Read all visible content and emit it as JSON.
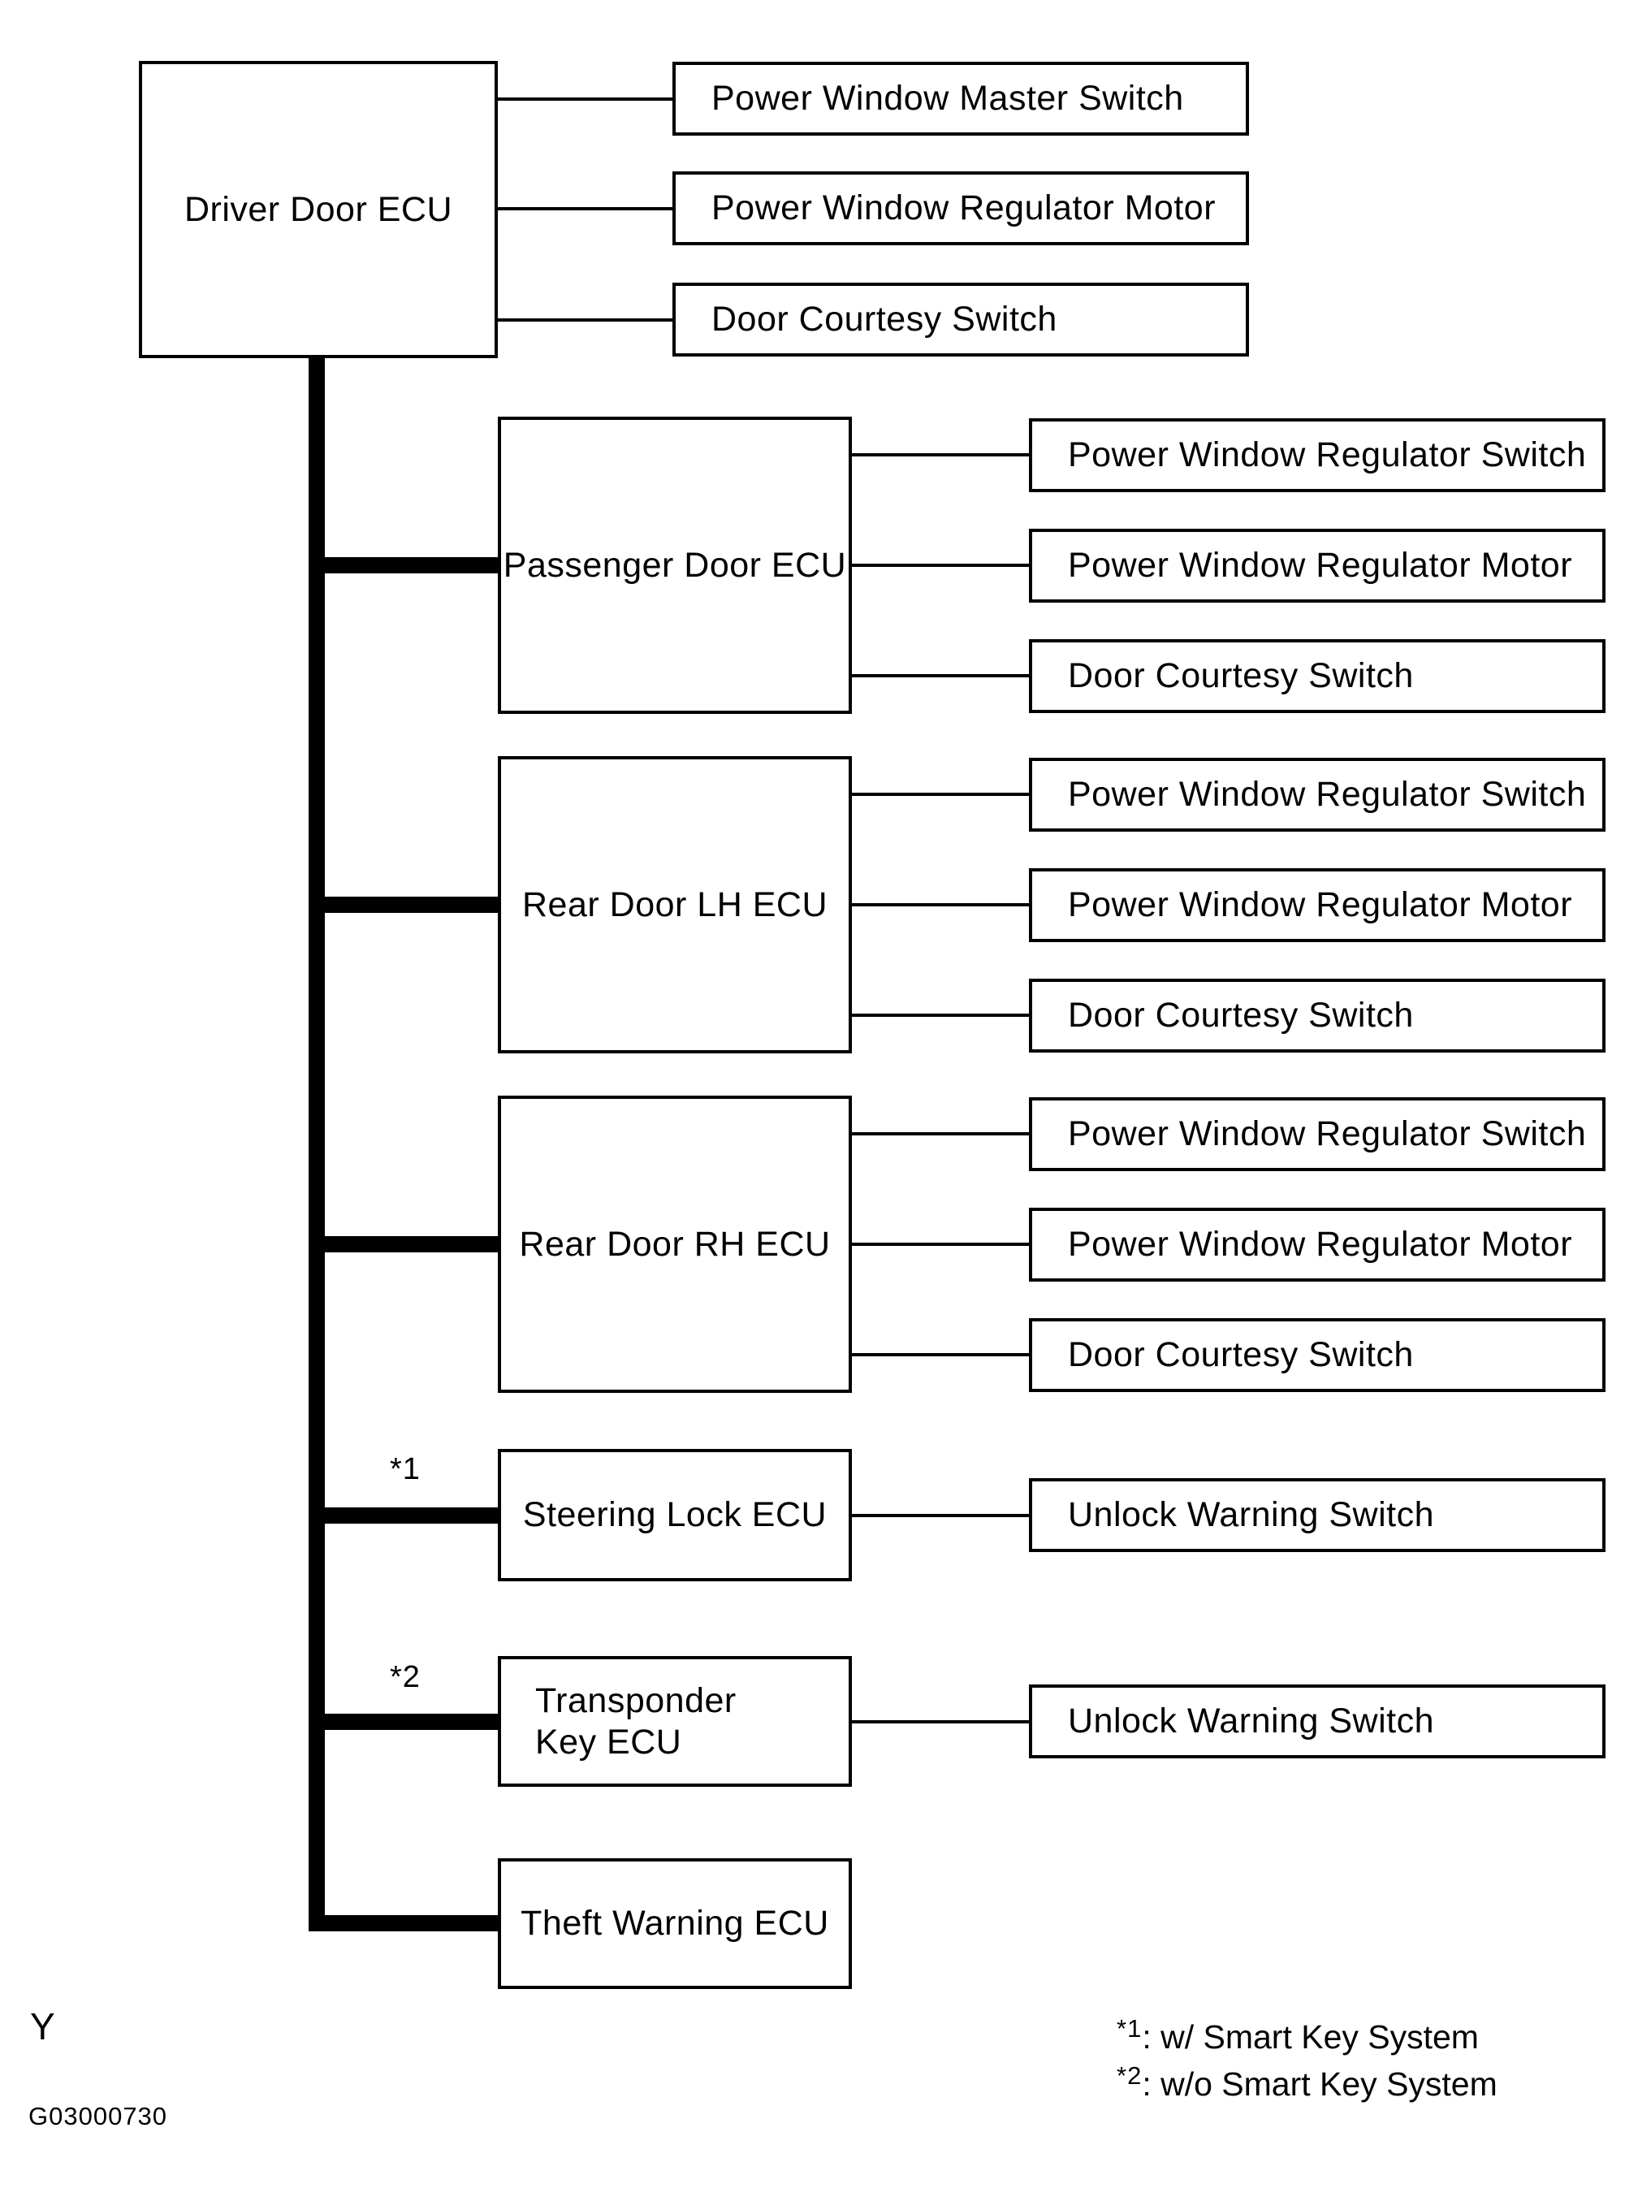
{
  "diagram": {
    "page_marker": "Y",
    "doc_code": "G03000730",
    "line_color": "#000000",
    "background_color": "#ffffff",
    "driver": {
      "ecu_label": "Driver Door ECU",
      "devices": [
        "Power Window Master Switch",
        "Power Window Regulator Motor",
        "Door Courtesy Switch"
      ]
    },
    "sections": [
      {
        "ecu_label": "Passenger Door ECU",
        "devices": [
          "Power Window Regulator Switch",
          "Power Window Regulator Motor",
          "Door Courtesy Switch"
        ]
      },
      {
        "ecu_label": "Rear Door LH ECU",
        "devices": [
          "Power Window Regulator Switch",
          "Power Window Regulator Motor",
          "Door Courtesy Switch"
        ]
      },
      {
        "ecu_label": "Rear Door RH ECU",
        "devices": [
          "Power Window Regulator Switch",
          "Power Window Regulator Motor",
          "Door Courtesy Switch"
        ]
      },
      {
        "ecu_label": "Steering Lock ECU",
        "marker": "*1",
        "devices": [
          "Unlock Warning Switch"
        ]
      },
      {
        "ecu_label": "Transponder\nKey ECU",
        "marker": "*2",
        "devices": [
          "Unlock Warning Switch"
        ]
      },
      {
        "ecu_label": "Theft Warning ECU",
        "devices": []
      }
    ],
    "notes": [
      {
        "marker": "*1",
        "text": ": w/ Smart Key System"
      },
      {
        "marker": "*2",
        "text": ": w/o Smart Key System"
      }
    ]
  }
}
